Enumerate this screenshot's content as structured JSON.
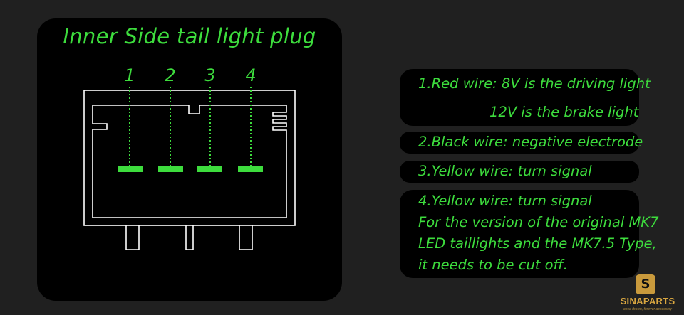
{
  "diagram": {
    "title": "Inner Side tail light plug",
    "pins": [
      "1",
      "2",
      "3",
      "4"
    ]
  },
  "notes": {
    "red": [
      "1.Red wire: 8V is the driving light",
      "12V is the brake light"
    ],
    "black": "2.Black wire: negative electrode",
    "yellow1": "3.Yellow wire: turn signal",
    "yellow2": [
      "4.Yellow wire: turn signal",
      "For the version of the original MK7",
      "LED taillights and the MK7.5 Type,",
      "it needs to be cut off."
    ]
  },
  "brand": {
    "name": "SINAPARTS",
    "tagline": "once driven, forever accessory",
    "badge_glyph": "S"
  },
  "colors": {
    "background": "#202020",
    "panel": "#000000",
    "accent_green": "#3ddc3d",
    "outline": "#ffffff",
    "brand_gold": "#c99a3c"
  }
}
